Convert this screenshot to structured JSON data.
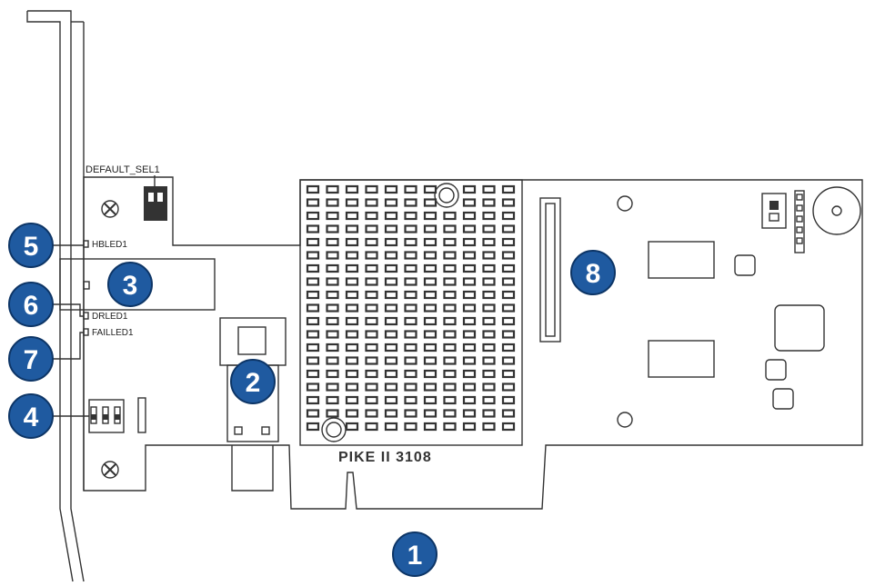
{
  "colors": {
    "marker_fill": "#1f5aa0",
    "marker_border": "#0d3566",
    "outline": "#333333",
    "chip": "#333333"
  },
  "labels": {
    "default_sel": "DEFAULT_SEL1",
    "hbled": "HBLED1",
    "drled": "DRLED1",
    "failled": "FAILLED1",
    "model": "PIKE II 3108"
  },
  "markers": [
    {
      "label": "1"
    },
    {
      "label": "2"
    },
    {
      "label": "3"
    },
    {
      "label": "4"
    },
    {
      "label": "5"
    },
    {
      "label": "6"
    },
    {
      "label": "7"
    },
    {
      "label": "8"
    }
  ]
}
